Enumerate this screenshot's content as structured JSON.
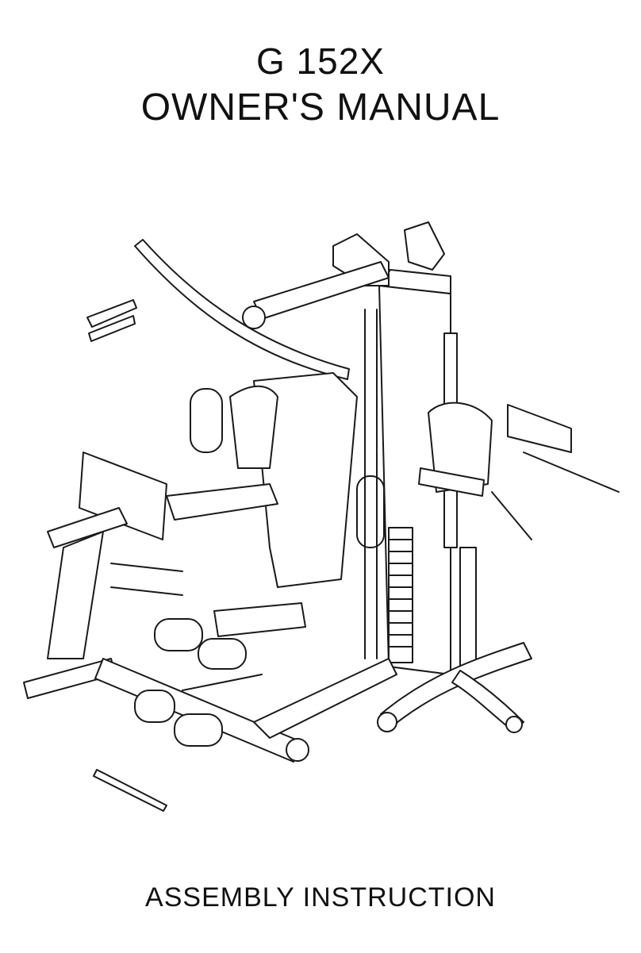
{
  "cover": {
    "model": "G 152X",
    "title": "OWNER'S MANUAL",
    "subtitle": "ASSEMBLY INSTRUCTION"
  },
  "illustration": {
    "subject": "home-gym-machine"
  }
}
